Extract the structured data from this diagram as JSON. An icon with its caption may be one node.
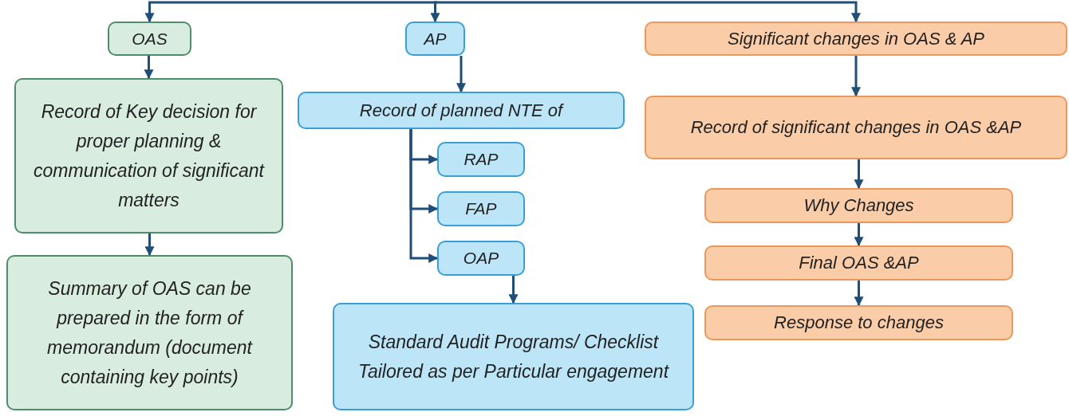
{
  "diagram": {
    "nodes": [
      {
        "text": [
          "OAS"
        ]
      },
      {
        "text": [
          "Record of Key decision for proper planning & communication of significant matters"
        ]
      },
      {
        "text": [
          "Summary of OAS can be prepared in the form of memorandum (document containing key points)"
        ]
      },
      {
        "text": [
          "AP"
        ]
      },
      {
        "text": [
          "Record of planned NTE of"
        ]
      },
      {
        "text": [
          "RAP"
        ]
      },
      {
        "text": [
          "FAP"
        ]
      },
      {
        "text": [
          "OAP"
        ]
      },
      {
        "text": [
          "Standard Audit Programs/ Checklist Tailored as per Particular engagement"
        ]
      },
      {
        "text": [
          "Significant changes in OAS & AP"
        ]
      },
      {
        "text": [
          "Record of significant changes in OAS &AP"
        ]
      },
      {
        "text": [
          "Why Changes"
        ]
      },
      {
        "text": [
          "Final OAS &AP"
        ]
      },
      {
        "text": [
          "Response to changes"
        ]
      }
    ],
    "edges": [
      {
        "from": null,
        "to": 0,
        "arrow": "to"
      },
      {
        "from": null,
        "to": 3,
        "arrow": "to"
      },
      {
        "from": null,
        "to": 9,
        "arrow": "to"
      },
      {
        "from": 0,
        "to": 1,
        "arrow": "to"
      },
      {
        "from": 1,
        "to": 2,
        "arrow": "to"
      },
      {
        "from": 3,
        "to": 4,
        "arrow": "to"
      },
      {
        "from": 4,
        "to": 5,
        "arrow": "to"
      },
      {
        "from": 4,
        "to": 6,
        "arrow": "to"
      },
      {
        "from": 4,
        "to": 7,
        "arrow": "to"
      },
      {
        "from": 7,
        "to": 8,
        "arrow": "to"
      },
      {
        "from": 9,
        "to": 10,
        "arrow": "to"
      },
      {
        "from": 10,
        "to": 11,
        "arrow": "to"
      },
      {
        "from": 11,
        "to": 12,
        "arrow": "to"
      },
      {
        "from": 12,
        "to": 13,
        "arrow": "to"
      }
    ]
  }
}
